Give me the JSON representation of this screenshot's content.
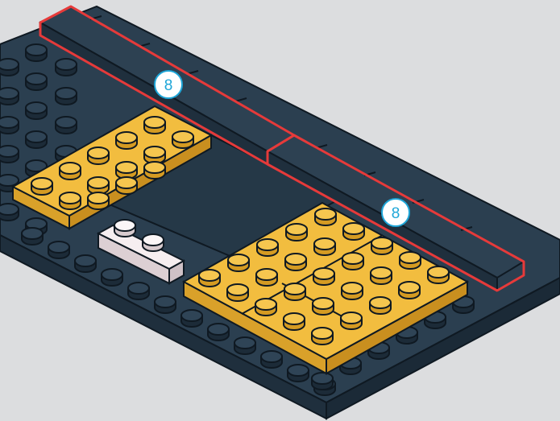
{
  "illustration": {
    "colors": {
      "background": "#dcdddf",
      "baseplate": "#243646",
      "baseplate_top": "#2b3f50",
      "outline": "#0f1922",
      "yellow": "#f2bd3f",
      "yellow_side": "#d9a12a",
      "white_brick": "#f6eef0",
      "white_side": "#dccfd3",
      "highlight": "#e63a3a",
      "callout_ring": "#1ea6d8",
      "callout_text": "#1ea6d8"
    },
    "callouts": [
      {
        "label": "8",
        "icon": "numbered-callout-circle"
      },
      {
        "label": "8",
        "icon": "numbered-callout-circle"
      }
    ],
    "highlighted_parts": [
      "long-tile-left",
      "long-tile-right"
    ]
  }
}
